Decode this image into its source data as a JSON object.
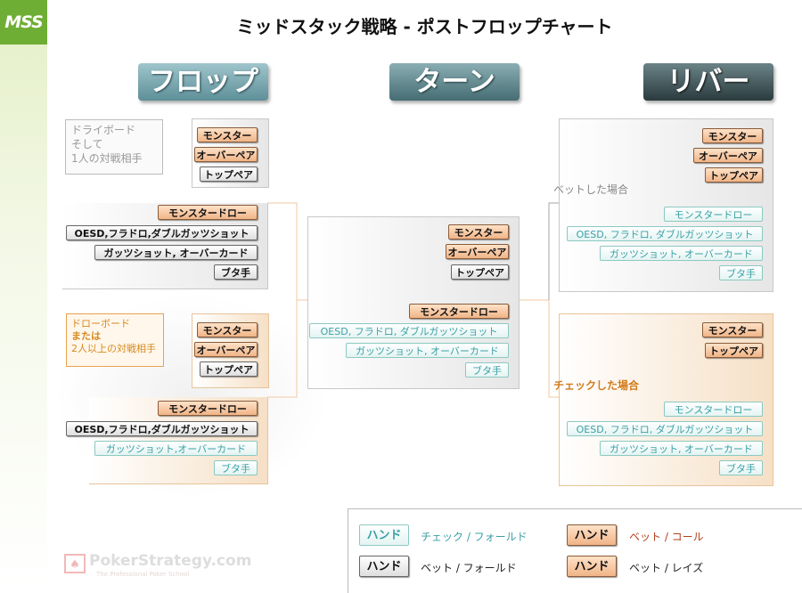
{
  "logo": "MSS",
  "title": "ミッドスタック戦略 - ポストフロップチャート",
  "headers": {
    "flop": "フロップ",
    "turn": "ターン",
    "river": "リバー"
  },
  "flop": {
    "dry_note": [
      "ドライボード",
      "そして",
      "1人の対戦相手"
    ],
    "draw_note": [
      "ドローボード",
      "または",
      "2人以上の対戦相手"
    ],
    "monster": "モンスター",
    "overpair": "オーバーペア",
    "toppair": "トップペア",
    "monster_draw": "モンスタードロー",
    "oesd": "OESD,フラドロ,ダブルガッツショット",
    "gutshot": "ガッツショット, オーバーカード",
    "gutshot2": "ガッツショット,オーバーカード",
    "buta": "ブタ手"
  },
  "turn": {
    "monster": "モンスター",
    "overpair": "オーバーペア",
    "toppair": "トップペア",
    "monster_draw": "モンスタードロー",
    "oesd": "OESD, フラドロ, ダブルガッツショット",
    "gutshot": "ガッツショット, オーバーカード",
    "buta": "ブタ手"
  },
  "river": {
    "bet_case": "ベットした場合",
    "check_case": "チェックした場合",
    "monster": "モンスター",
    "overpair": "オーバーペア",
    "toppair": "トップペア",
    "monster_draw": "モンスタードロー",
    "oesd": "OESD, フラドロ, ダブルガッツショット",
    "gutshot": "ガッツショット, オーバーカード",
    "buta": "ブタ手"
  },
  "legend": {
    "hand": "ハンド",
    "check_fold": "チェック / フォールド",
    "bet_call": "ベット / コール",
    "bet_fold": "ベット / フォールド",
    "bet_raise": "ベット / レイズ"
  },
  "watermark": {
    "name": "PokerStrategy.com",
    "sub": "The Professional Poker School"
  },
  "colors": {
    "green": "#6fae34",
    "bet": "#f0b487",
    "check": "#3aa0a6",
    "orange": "#e8a24d"
  }
}
